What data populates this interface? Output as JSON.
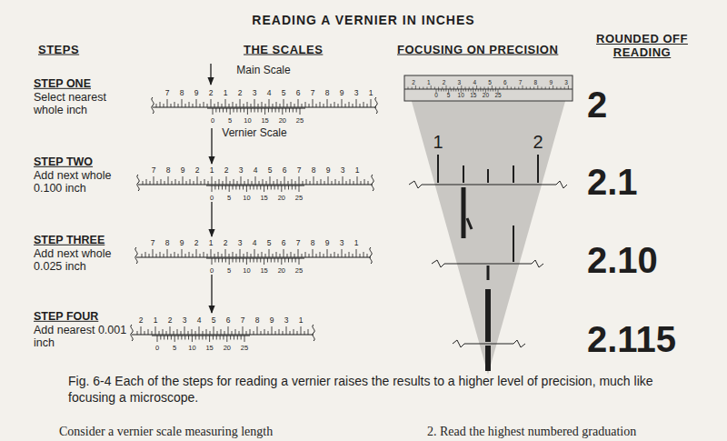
{
  "diagram": {
    "title": "READING A VERNIER IN INCHES",
    "caption": "Fig. 6-4 Each of the steps for reading a vernier raises the results to a higher level of precision, much like focusing a microscope.",
    "labels": [
      "STEPS",
      "THE SCALES",
      "FOCUSING ON PRECISION",
      "ROUNDED OFF READING",
      "STEP ONE",
      "Select nearest whole inch",
      "STEP TWO",
      "Add next whole 0.100 inch",
      "STEP THREE",
      "Add next whole 0.025 inch",
      "STEP FOUR",
      "Add nearest 0.001 inch",
      "Main Scale",
      "Vernier Scale",
      "2",
      "2.1",
      "2.10",
      "2.115",
      "7",
      "8",
      "9",
      "2",
      "1",
      "2",
      "3",
      "4",
      "5",
      "6",
      "7",
      "8",
      "9",
      "3",
      "1",
      "0",
      "5",
      "10",
      "15",
      "20",
      "25",
      "7",
      "8",
      "9",
      "2",
      "1",
      "2",
      "3",
      "4",
      "5",
      "6",
      "7",
      "8",
      "9",
      "3",
      "1",
      "0",
      "5",
      "10",
      "15",
      "20",
      "25",
      "7",
      "8",
      "9",
      "2",
      "1",
      "2",
      "3",
      "4",
      "5",
      "6",
      "7",
      "8",
      "9",
      "3",
      "1",
      "0",
      "5",
      "10",
      "15",
      "20",
      "25",
      "2",
      "1",
      "2",
      "3",
      "4",
      "5",
      "6",
      "7",
      "8",
      "9",
      "3",
      "1",
      "0",
      "5",
      "10",
      "15",
      "20",
      "25",
      "2",
      "1",
      "2",
      "3",
      "4",
      "5",
      "6",
      "7",
      "8",
      "9",
      "3",
      "0",
      "5",
      "10",
      "15",
      "20",
      "25",
      "1",
      "2",
      "Consider a vernier scale measuring length",
      "2. Read the highest numbered graduation"
    ]
  }
}
